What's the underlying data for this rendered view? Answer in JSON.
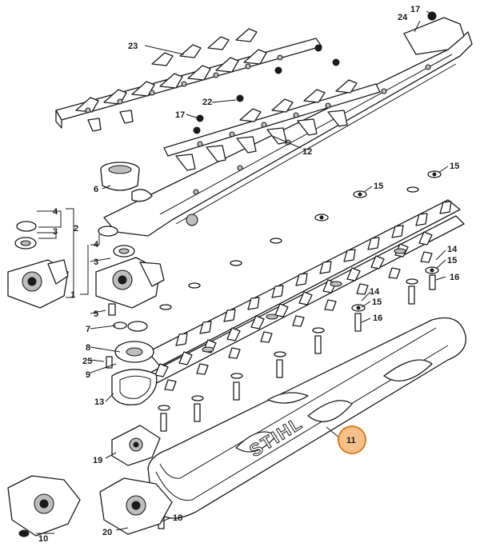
{
  "diagram": {
    "callouts": {
      "c1": "1",
      "c2": "2",
      "c3a": "3",
      "c3b": "3",
      "c4a": "4",
      "c4b": "4",
      "c5": "5",
      "c6": "6",
      "c7": "7",
      "c8": "8",
      "c9": "9",
      "c10": "10",
      "c11": "11",
      "c12": "12",
      "c13": "13",
      "c14a": "14",
      "c14b": "14",
      "c15a": "15",
      "c15b": "15",
      "c15c": "15",
      "c15d": "15",
      "c16a": "16",
      "c16b": "16",
      "c17a": "17",
      "c17b": "17",
      "c18": "18",
      "c19": "19",
      "c20": "20",
      "c22": "22",
      "c23": "23",
      "c24": "24",
      "c25": "25"
    },
    "brand_text": "STIHL",
    "highlighted_part": "11",
    "highlight_color": "#f6c08a"
  }
}
